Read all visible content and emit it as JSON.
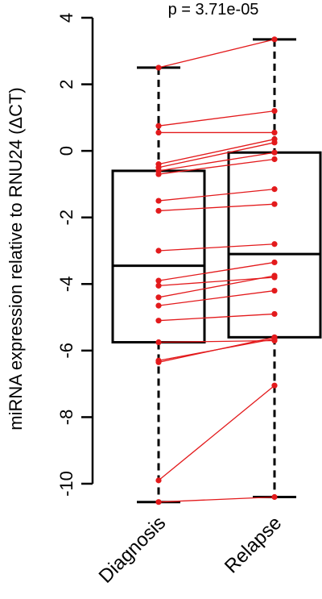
{
  "chart_data": {
    "type": "box",
    "annotation": "p = 3.71e-05",
    "ylabel": "miRNA expression relative to RNU24 (ΔCT)",
    "xlabel": "",
    "ylim": [
      -10.6,
      4.2
    ],
    "yticks": [
      4,
      2,
      0,
      -2,
      -4,
      -6,
      -8,
      -10
    ],
    "categories": [
      "Diagnosis",
      "Relapse"
    ],
    "boxes": [
      {
        "name": "Diagnosis",
        "whisker_low": -10.55,
        "q1": -5.75,
        "median": -3.45,
        "q3": -0.6,
        "whisker_high": 2.5
      },
      {
        "name": "Relapse",
        "whisker_low": -10.4,
        "q1": -5.6,
        "median": -3.1,
        "q3": -0.05,
        "whisker_high": 3.35
      }
    ],
    "pairs": [
      [
        2.5,
        3.35
      ],
      [
        0.75,
        1.2
      ],
      [
        0.55,
        0.55
      ],
      [
        -0.4,
        0.35
      ],
      [
        -0.5,
        0.25
      ],
      [
        -0.6,
        -0.05
      ],
      [
        -0.7,
        -0.25
      ],
      [
        -1.5,
        -1.15
      ],
      [
        -1.8,
        -1.6
      ],
      [
        -3.0,
        -2.8
      ],
      [
        -3.9,
        -3.35
      ],
      [
        -4.05,
        -3.8
      ],
      [
        -4.4,
        -3.75
      ],
      [
        -4.65,
        -4.2
      ],
      [
        -5.1,
        -4.9
      ],
      [
        -5.75,
        -5.7
      ],
      [
        -6.3,
        -5.65
      ],
      [
        -6.35,
        -5.6
      ],
      [
        -9.9,
        -7.05
      ],
      [
        -10.55,
        -10.4
      ]
    ],
    "pair_color": "#e31a1c"
  }
}
